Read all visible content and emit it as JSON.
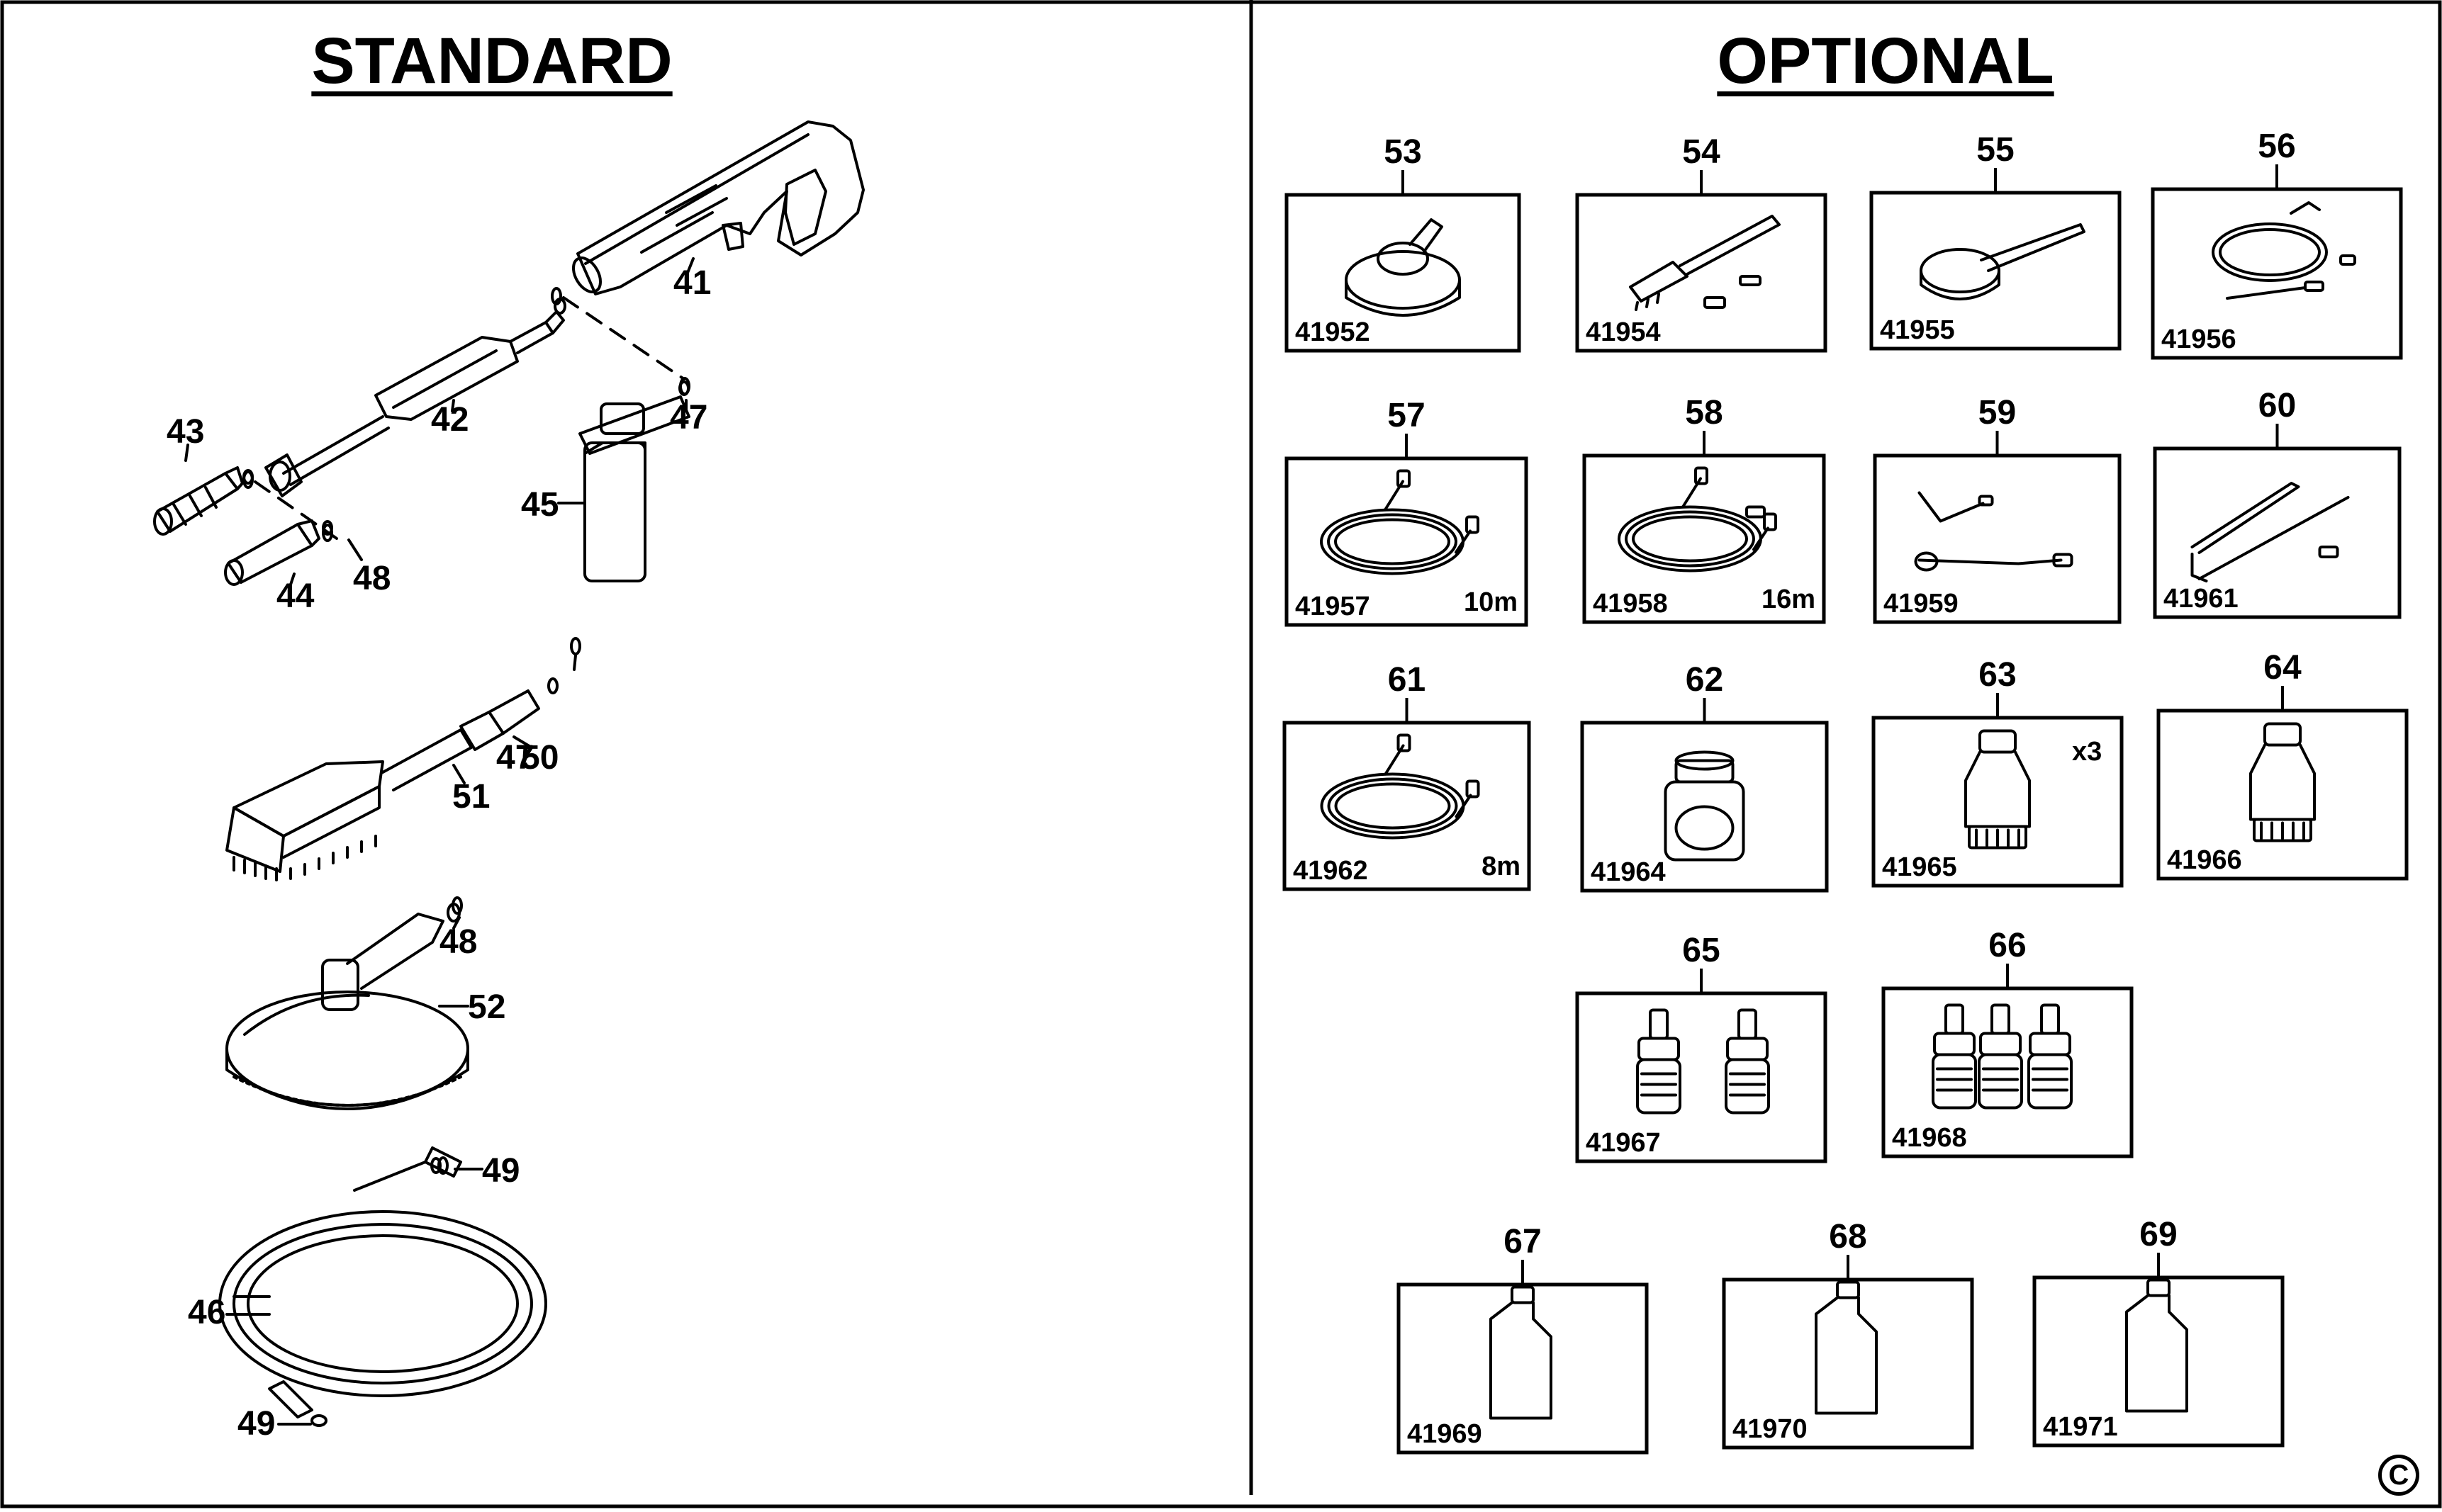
{
  "standard": {
    "title": "STANDARD",
    "parts": [
      {
        "ref": "41",
        "item": "spray-gun"
      },
      {
        "ref": "42",
        "item": "lance"
      },
      {
        "ref": "43",
        "item": "rotary-nozzle"
      },
      {
        "ref": "44",
        "item": "adjustable-nozzle"
      },
      {
        "ref": "45",
        "item": "detergent-bottle"
      },
      {
        "ref": "46",
        "item": "hose"
      },
      {
        "ref": "47",
        "item": "o-ring"
      },
      {
        "ref": "48",
        "item": "o-ring"
      },
      {
        "ref": "49",
        "item": "o-ring"
      },
      {
        "ref": "50",
        "item": "brush-adapter"
      },
      {
        "ref": "51",
        "item": "brush"
      },
      {
        "ref": "52",
        "item": "patio-cleaner"
      }
    ]
  },
  "optional": {
    "title": "OPTIONAL",
    "items": [
      {
        "ref": "53",
        "code": "41952",
        "note": "",
        "icon": "patio-cleaner-icon"
      },
      {
        "ref": "54",
        "code": "41954",
        "note": "",
        "icon": "long-brush-icon"
      },
      {
        "ref": "55",
        "code": "41955",
        "note": "",
        "icon": "rotary-brush-icon"
      },
      {
        "ref": "56",
        "code": "41956",
        "note": "",
        "icon": "pipe-cleaner-icon"
      },
      {
        "ref": "57",
        "code": "41957",
        "note": "10m",
        "icon": "hose-icon"
      },
      {
        "ref": "58",
        "code": "41958",
        "note": "16m",
        "icon": "hose-adapter-icon"
      },
      {
        "ref": "59",
        "code": "41959",
        "note": "",
        "icon": "angled-lance-icon"
      },
      {
        "ref": "60",
        "code": "41961",
        "note": "",
        "icon": "extension-lance-icon"
      },
      {
        "ref": "61",
        "code": "41962",
        "note": "8m",
        "icon": "extension-hose-icon"
      },
      {
        "ref": "62",
        "code": "41964",
        "note": "",
        "icon": "connector-icon"
      },
      {
        "ref": "63",
        "code": "41965",
        "note": "x3",
        "icon": "nozzle-icon"
      },
      {
        "ref": "64",
        "code": "41966",
        "note": "",
        "icon": "nozzle-icon"
      },
      {
        "ref": "65",
        "code": "41967",
        "note": "",
        "icon": "adapter-pair-icon"
      },
      {
        "ref": "66",
        "code": "41968",
        "note": "",
        "icon": "adapter-set-icon"
      },
      {
        "ref": "67",
        "code": "41969",
        "note": "",
        "icon": "detergent-bottle-icon"
      },
      {
        "ref": "68",
        "code": "41970",
        "note": "",
        "icon": "detergent-bottle-icon"
      },
      {
        "ref": "69",
        "code": "41971",
        "note": "",
        "icon": "detergent-bottle-icon"
      }
    ]
  },
  "copyright_symbol": "C"
}
